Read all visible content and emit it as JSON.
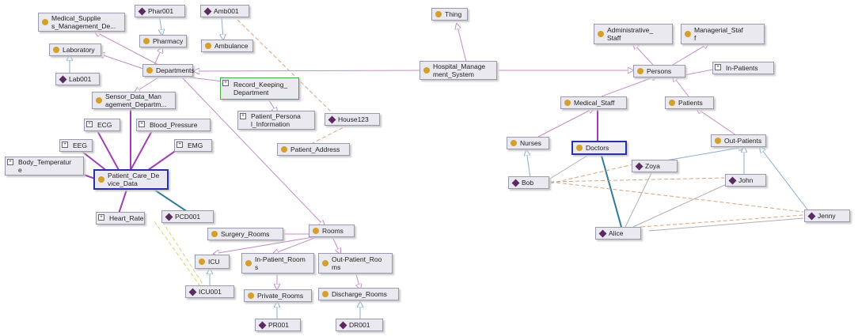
{
  "nodes": {
    "medical_supplies": "Medical_Supplie\ns_Management_De...",
    "phar001": "Phar001",
    "amb001": "Amb001",
    "pharmacy": "Pharmacy",
    "laboratory": "Laboratory",
    "ambulance": "Ambulance",
    "departments": "Departments",
    "lab001": "Lab001",
    "sensor_data": "Sensor_Data_Man\nagement_Departm...",
    "record_keeping": "Record_Keeping_\nDepartment",
    "patient_personal": "Patient_Persona\nl_Information",
    "house123": "House123",
    "patient_address": "Patient_Address",
    "ecg": "ECG",
    "blood_pressure": "Blood_Pressure",
    "eeg": "EEG",
    "emg": "EMG",
    "body_temp": "Body_Temperatur\ne",
    "patient_care": "Patient_Care_De\nvice_Data",
    "heart_rate": "Heart_Rate",
    "pcd001": "PCD001",
    "surgery_rooms": "Surgery_Rooms",
    "rooms": "Rooms",
    "icu": "ICU",
    "in_patient_rooms": "In-Patient_Room\ns",
    "out_patient_rooms": "Out-Patient_Roo\nms",
    "icu001": "ICU001",
    "private_rooms": "Private_Rooms",
    "discharge_rooms": "Discharge_Rooms",
    "pr001": "PR001",
    "dr001": "DR001",
    "thing": "Thing",
    "hospital": "Hospital_Manage\nment_System",
    "admin_staff": "Administrative_\nStaff",
    "managerial_staff": "Managerial_Staf\nf",
    "in_patients": "In-Patients",
    "persons": "Persons",
    "medical_staff": "Medical_Staff",
    "patients": "Patients",
    "nurses": "Nurses",
    "doctors": "Doctors",
    "out_patients": "Out-Patients",
    "zoya": "Zoya",
    "bob": "Bob",
    "john": "John",
    "jenny": "Jenny",
    "alice": "Alice"
  },
  "colors": {
    "subclass_edge": "#c58cc8",
    "strong_edge": "#a040b0",
    "instance_edge": "#8ab0c8",
    "property_dashed": "#d9a37a",
    "yellow_dashed": "#e0d070",
    "class_icon": "#d4a02c",
    "individual_icon": "#5a2a60",
    "selected_border": "#2632a6"
  }
}
